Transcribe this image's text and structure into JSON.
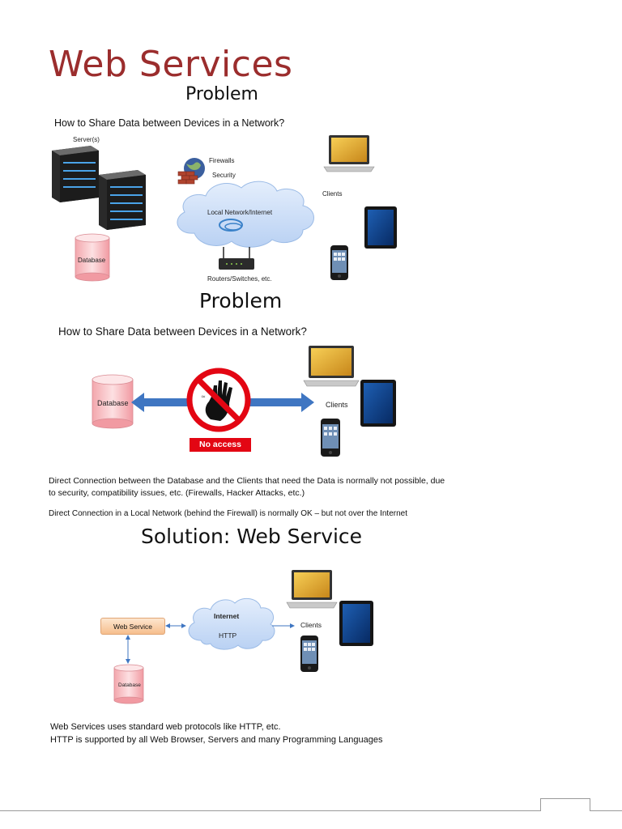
{
  "page": {
    "title": "Web Services"
  },
  "slide1": {
    "heading": "Problem",
    "question": "How to Share Data between Devices in a Network?",
    "labels": {
      "servers": "Server(s)",
      "firewalls": "Firewalls",
      "security": "Security",
      "network": "Local Network/Internet",
      "clients": "Clients",
      "database": "Database",
      "routers": "Routers/Switches, etc."
    }
  },
  "slide2": {
    "heading": "Problem",
    "question": "How to Share Data between Devices in a Network?",
    "labels": {
      "database": "Database",
      "clients": "Clients",
      "no_access": "No access"
    },
    "note1_line1": "Direct Connection between the Database and the Clients that need the Data is normally not possible, due",
    "note1_line2": "to security, compatibility issues, etc. (Firewalls, Hacker Attacks, etc.)",
    "note2": "Direct Connection in a Local Network (behind the Firewall) is normally OK – but not over the Internet"
  },
  "slide3": {
    "heading": "Solution: Web Service",
    "labels": {
      "internet": "Internet",
      "http": "HTTP",
      "web_service": "Web Service",
      "clients": "Clients",
      "database": "Database"
    },
    "note_line1": "Web Services uses standard web protocols like HTTP, etc.",
    "note_line2": "HTTP is supported by all Web Browser, Servers and many Programming Languages"
  },
  "colors": {
    "title": "#9b2d2d",
    "cloud": "#c9dcf6",
    "database": "#f6b8bd",
    "arrow": "#3f76c2",
    "no_access": "#e30613",
    "web_service_box": "#fbd7b5"
  }
}
